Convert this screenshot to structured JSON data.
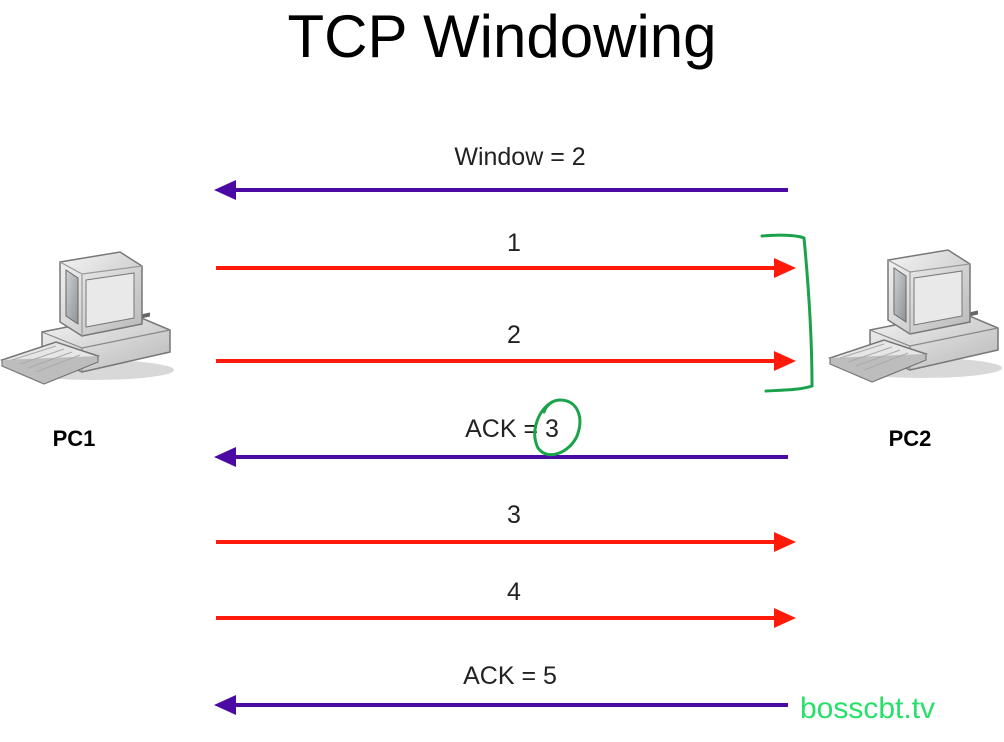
{
  "title": "TCP Windowing",
  "hosts": {
    "left": "PC1",
    "right": "PC2"
  },
  "messages": [
    {
      "label": "Window = 2",
      "direction": "to-left",
      "color": "#4b0aa3"
    },
    {
      "label": "1",
      "direction": "to-right",
      "color": "#ff1a0a"
    },
    {
      "label": "2",
      "direction": "to-right",
      "color": "#ff1a0a"
    },
    {
      "label": "ACK = 3",
      "direction": "to-left",
      "color": "#4b0aa3"
    },
    {
      "label": "3",
      "direction": "to-right",
      "color": "#ff1a0a"
    },
    {
      "label": "4",
      "direction": "to-right",
      "color": "#ff1a0a"
    },
    {
      "label": "ACK = 5",
      "direction": "to-left",
      "color": "#4b0aa3"
    }
  ],
  "annotation_color": "#1aa34a",
  "watermark": "bosscbt.tv"
}
